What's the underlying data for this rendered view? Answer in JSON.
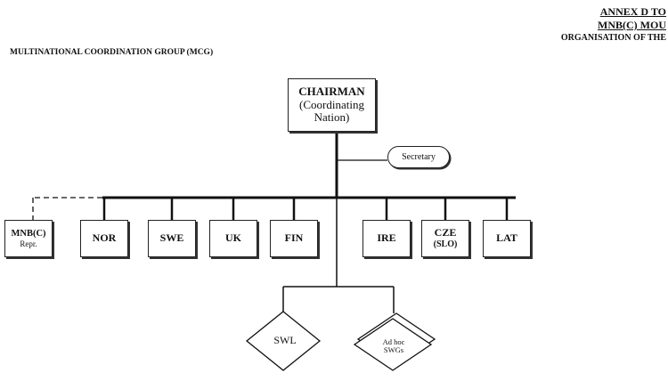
{
  "header": {
    "line1": "ANNEX D TO",
    "line2": "MNB(C) MOU",
    "line3": "ORGANISATION OF THE"
  },
  "group_title": "MULTINATIONAL COORDINATION GROUP (MCG)",
  "chairman": {
    "title": "CHAIRMAN",
    "line2": "(Coordinating",
    "line3": "Nation)"
  },
  "secretary": "Secretary",
  "members": [
    {
      "label": "MNB(C)",
      "sub": "Repr."
    },
    {
      "label": "NOR",
      "sub": ""
    },
    {
      "label": "SWE",
      "sub": ""
    },
    {
      "label": "UK",
      "sub": ""
    },
    {
      "label": "FIN",
      "sub": ""
    },
    {
      "label": "IRE",
      "sub": ""
    },
    {
      "label": "CZE",
      "sub": "(SLO)"
    },
    {
      "label": "LAT",
      "sub": ""
    }
  ],
  "working_groups": {
    "swl": "SWL",
    "adhoc_line1": "Ad hoc",
    "adhoc_line2": "SWGs"
  }
}
